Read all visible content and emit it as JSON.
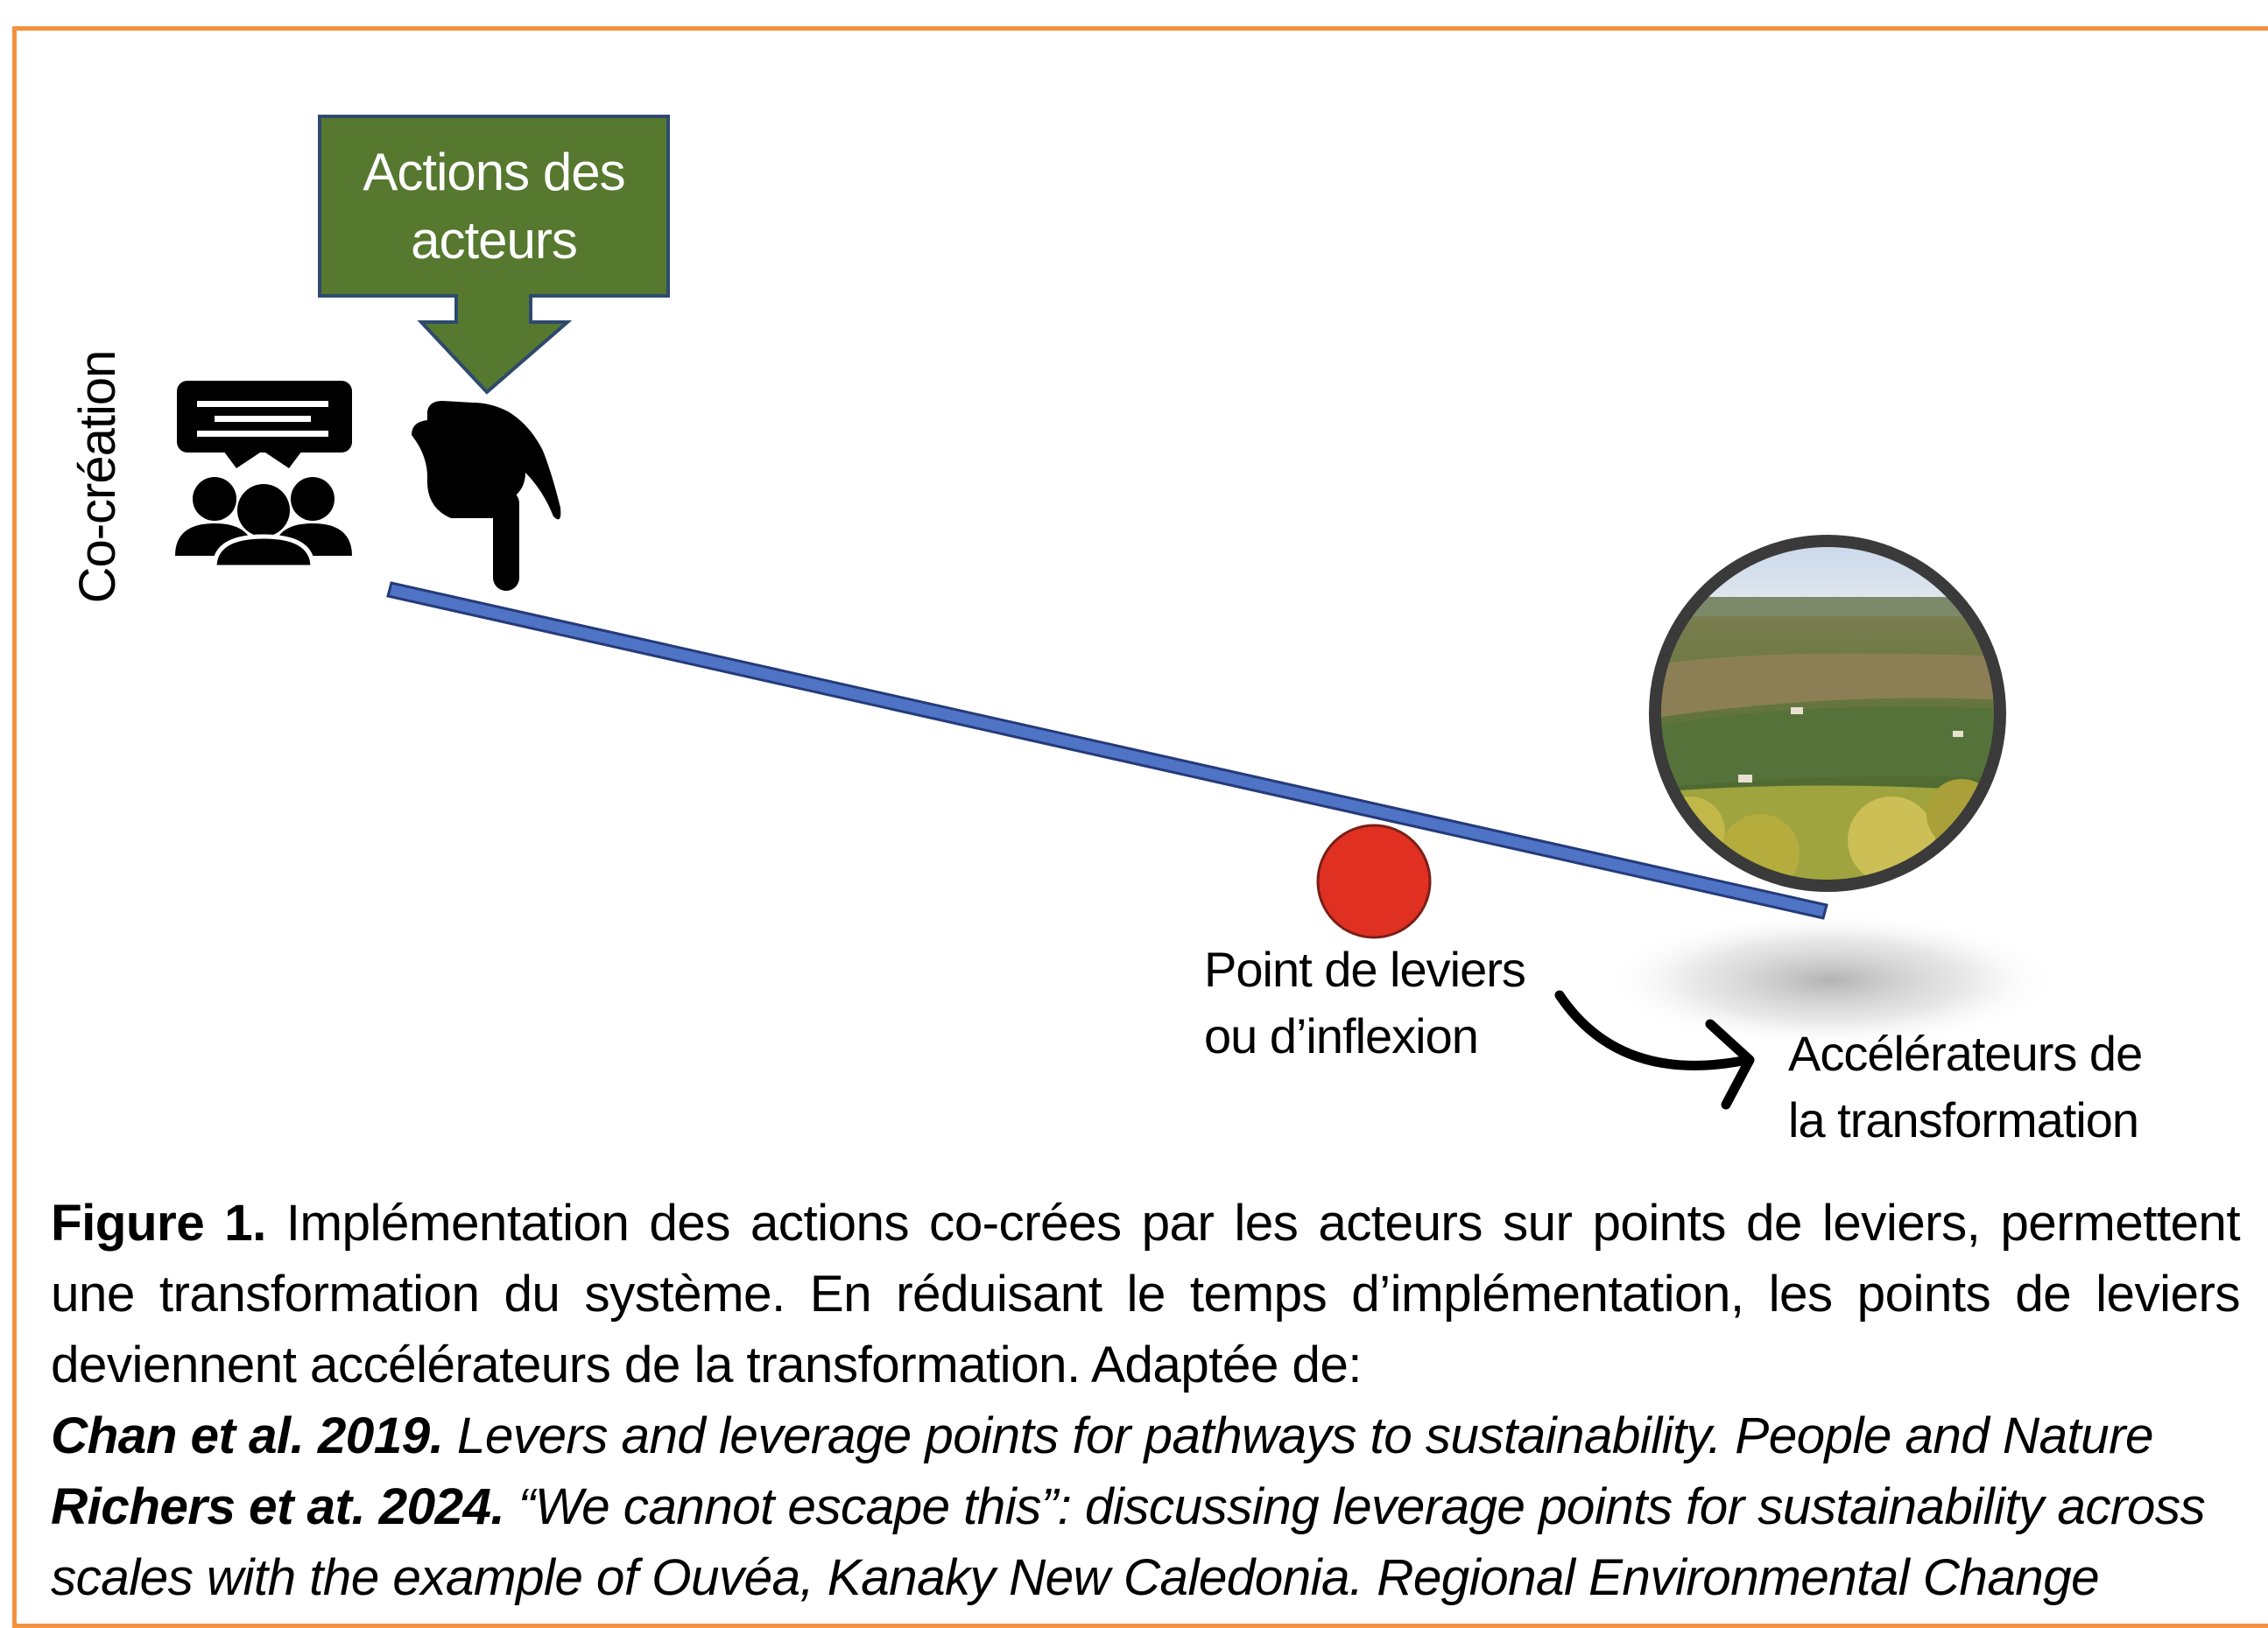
{
  "diagram": {
    "actions_label": "Actions des\nacteurs",
    "cocreation_label": "Co-création",
    "pivot_label": "Point de leviers\nou d’inflexion",
    "accelerators_label": "Accélérateurs de\nla transformation",
    "icons": {
      "people": "group-discussion-icon",
      "hand": "pointing-hand-icon",
      "arrow": "curved-arrow-icon",
      "landscape": "landscape-photo-icon"
    },
    "colors": {
      "frame": "#f3923f",
      "action_box": "#56782f",
      "lever": "#4f74c5",
      "pivot": "#e03022"
    }
  },
  "caption": {
    "figure_label": "Figure 1.",
    "text": " Implémentation des actions co-crées par les acteurs sur points de leviers, permettent une transformation du système. En réduisant le temps d’implémentation, les points de leviers deviennent accélérateurs de la transformation. Adaptée de:",
    "references": [
      {
        "authors": "Chan et al. 2019.",
        "title": " Levers and leverage points for pathways to sustainability. People and Nature"
      },
      {
        "authors": "Richers et at. 2024.",
        "title": " “We cannot escape this”: discussing leverage points for sustainability across"
      },
      {
        "authors": "",
        "title": "scales with the example of Ouvéa, Kanaky New Caledonia. Regional Environmental Change"
      }
    ]
  }
}
